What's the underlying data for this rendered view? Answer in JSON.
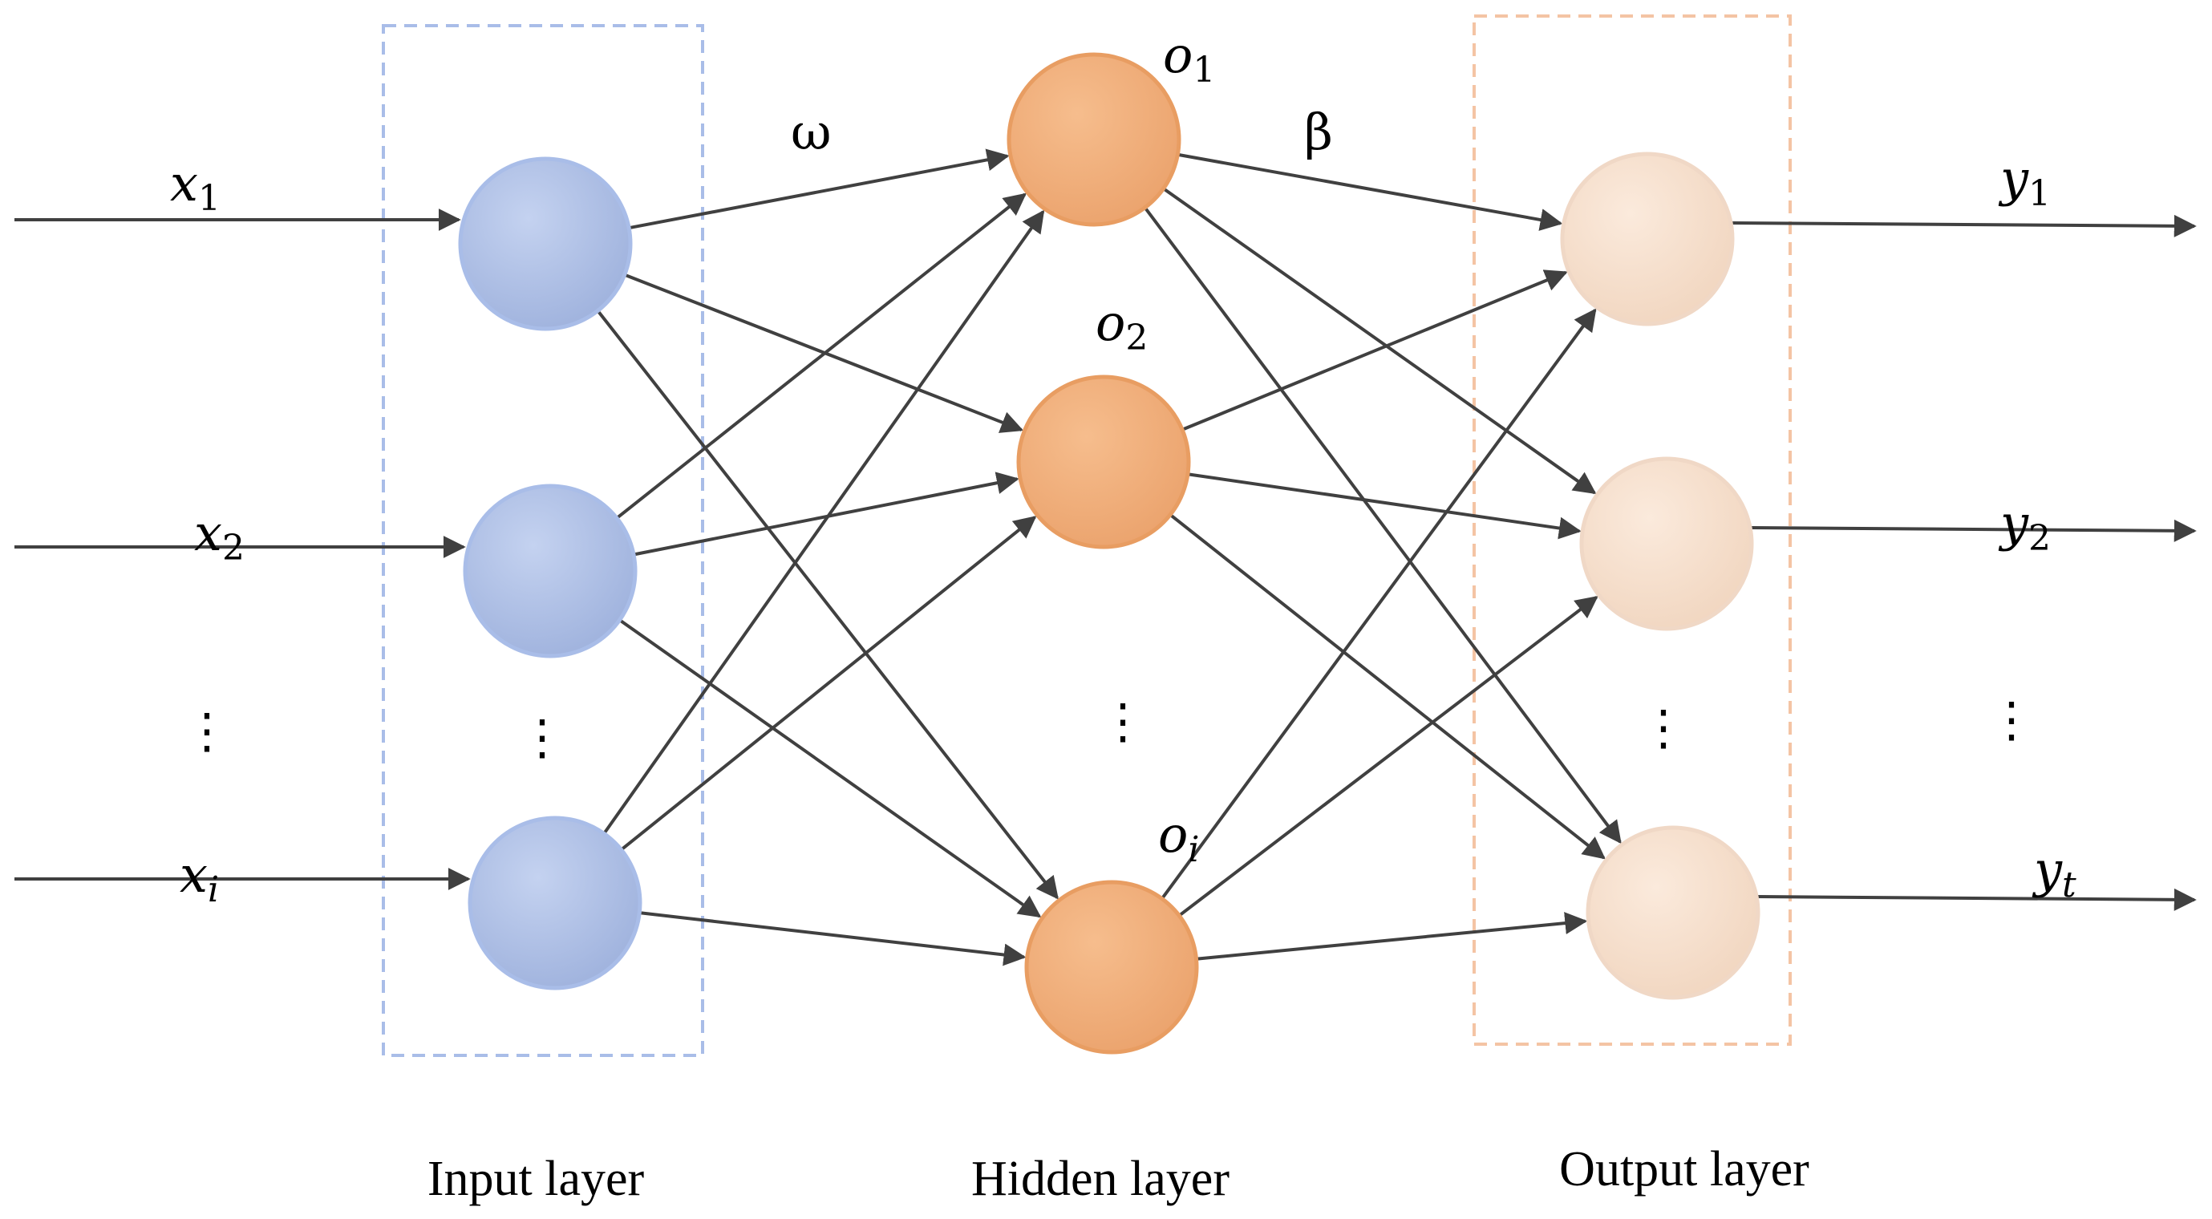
{
  "colors": {
    "input_fill": "#b2c2e6",
    "input_stroke": "#a9bde8",
    "hidden_fill": "#f2b07a",
    "hidden_stroke": "#e89d62",
    "output_fill": "#f8e2d0",
    "output_stroke": "#f0d8c6",
    "arrow": "#404040",
    "input_box": "#a9bde8",
    "output_box": "#f4c4a4"
  },
  "inputs": [
    {
      "var": "x",
      "sub": "1"
    },
    {
      "var": "x",
      "sub": "2"
    },
    {
      "var": "x",
      "sub": "i"
    }
  ],
  "hidden": [
    {
      "var": "o",
      "sub": "1"
    },
    {
      "var": "o",
      "sub": "2"
    },
    {
      "var": "o",
      "sub": "i"
    }
  ],
  "outputs": [
    {
      "var": "y",
      "sub": "1"
    },
    {
      "var": "y",
      "sub": "2"
    },
    {
      "var": "y",
      "sub": "t"
    }
  ],
  "weights": {
    "input_hidden": "ω",
    "hidden_output": "β"
  },
  "ellipsis": "⋮",
  "layers": {
    "input": "Input layer",
    "hidden": "Hidden layer",
    "output": "Output layer"
  }
}
